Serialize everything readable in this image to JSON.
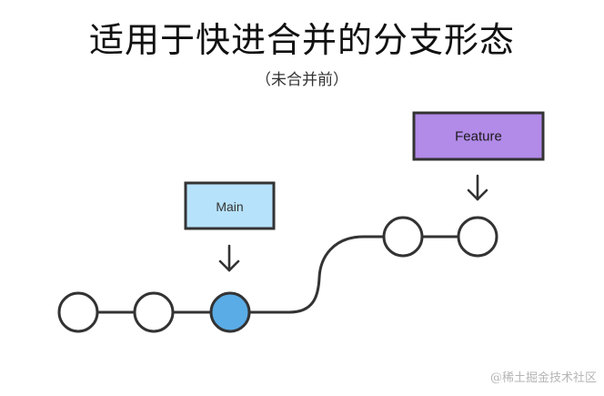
{
  "title": "适用于快进合并的分支形态",
  "subtitle": "（未合并前）",
  "labels": {
    "main": "Main",
    "feature": "Feature"
  },
  "colors": {
    "main_box_fill": "#b7e2fb",
    "feature_box_fill": "#b28ae8",
    "current_commit_fill": "#5aace6",
    "commit_fill": "#ffffff",
    "stroke": "#333333"
  },
  "watermark": "@稀土掘金技术社区"
}
